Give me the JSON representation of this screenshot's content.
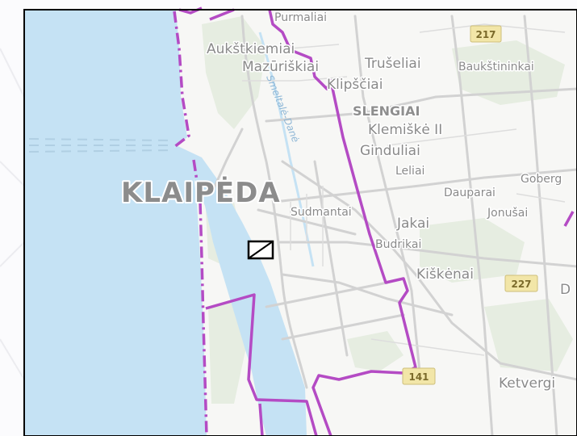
{
  "map": {
    "colors": {
      "water": "#c5e2f4",
      "land": "#f7f7f5",
      "green": "#e6ede1",
      "road": "#cfcfcf",
      "boundary": "#b44bc4",
      "frame": "#000000",
      "shield": "#f2e6a8"
    },
    "labels": {
      "purmaliai": "Purmaliai",
      "aukstkiemiai": "Aukštkiemiai",
      "mazuriskiai": "Mazūriškiai",
      "truseliai": "Trušeliai",
      "baukstininkai": "Baukštininkai",
      "klipsciai": "Klipščiai",
      "slengiai": "SLENGIAI",
      "klemiske": "Klemiškė II",
      "ginduliai": "Ginduliai",
      "leliai": "Leliai",
      "klaipeda": "KLAIPĖDA",
      "goberg": "Goberg",
      "dauparai": "Dauparai",
      "sudmantai": "Sudmantai",
      "jakai": "Jakai",
      "jonusai": "Jonušai",
      "budrikai": "Budrikai",
      "kiskenai": "Kiškėnai",
      "d": "D",
      "ketvergi": "Ketvergi",
      "river": "Smeltalė-Danė"
    },
    "shields": {
      "s217": "217",
      "s227": "227",
      "s141": "141"
    }
  }
}
